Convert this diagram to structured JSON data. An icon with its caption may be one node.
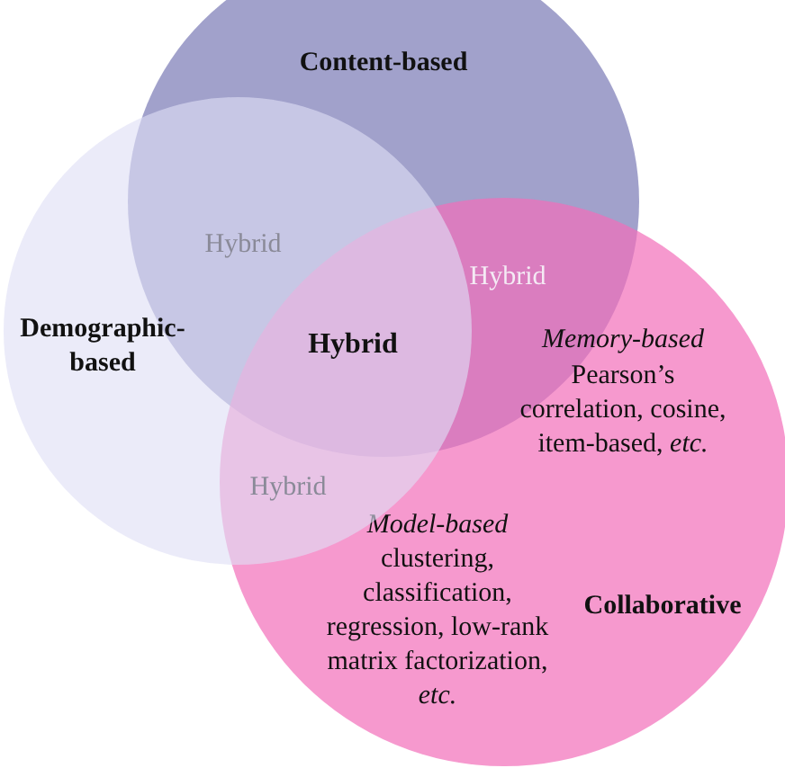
{
  "diagram": {
    "nodes": [
      {
        "text": [
          "Content-based"
        ]
      },
      {
        "text": [
          "Demographic-based"
        ]
      },
      {
        "text": [
          "Memory-based",
          "Pearson’s correlation, cosine, item-based, *etc.*",
          "Model-based",
          "clustering, classification, regression, low-rank matrix factorization, *etc.*",
          "Collaborative"
        ]
      }
    ],
    "labels": [
      "Hybrid",
      "Hybrid",
      "Hybrid",
      "Hybrid"
    ]
  }
}
